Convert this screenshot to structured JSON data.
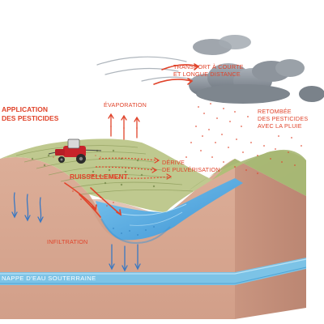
{
  "labels": {
    "application_line1": "APPLICATION",
    "application_line2": "DES PESTICIDES",
    "evaporation": "ÉVAPORATION",
    "transport_line1": "TRANSPORT À COURTE",
    "transport_line2": "ET LONGUE DISTANCE",
    "retombee_line1": "RETOMBÉE",
    "retombee_line2": "DES PESTICIDES",
    "retombee_line3": "AVEC LA PLUIE",
    "derive_line1": "DÉRIVE",
    "derive_line2": "DE PULVÉRISATION",
    "ruissellement": "RUISSELLEMENT",
    "infiltration": "INFILTRATION",
    "nappe": "NAPPE D'EAU SOUTERRAINE"
  },
  "icons": [
    "tractor-sprayer-icon",
    "rain-cloud-icon",
    "wind-icon"
  ],
  "colors": {
    "label_red": "#e0432a",
    "soil": "#d8a892",
    "field_green": "#b9c48a",
    "water_blue": "#5aaee0",
    "groundwater": "#7cc3e6",
    "cloud_gray": "#8d949c",
    "tractor_red": "#c8232a"
  }
}
